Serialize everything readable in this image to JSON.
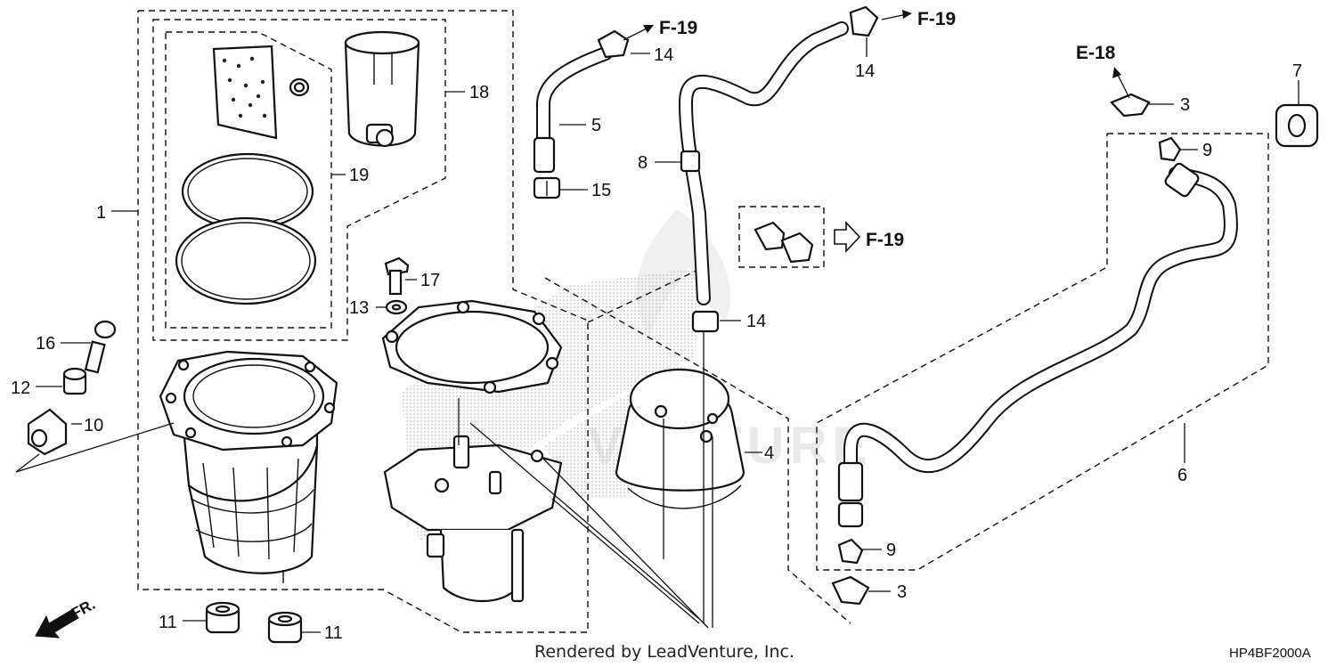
{
  "callouts": {
    "c1": "1",
    "c3a": "3",
    "c3b": "3",
    "c4": "4",
    "c5": "5",
    "c6": "6",
    "c7": "7",
    "c8": "8",
    "c9a": "9",
    "c9b": "9",
    "c10": "10",
    "c11a": "11",
    "c11b": "11",
    "c12": "12",
    "c13": "13",
    "c14a": "14",
    "c14b": "14",
    "c14c": "14",
    "c15": "15",
    "c16": "16",
    "c17": "17",
    "c18": "18",
    "c19": "19"
  },
  "references": {
    "ref_f19_a": "F-19",
    "ref_f19_b": "F-19",
    "ref_f19_c": "F-19",
    "ref_e18": "E-18"
  },
  "direction_label": "FR.",
  "footer": {
    "credit": "Rendered by LeadVenture, Inc.",
    "diagram_code": "HP4BF2000A"
  },
  "watermark": "VENTURE",
  "icons": [
    "front-direction-arrow-icon",
    "reference-arrow-icon",
    "watermark-flame-icon"
  ]
}
